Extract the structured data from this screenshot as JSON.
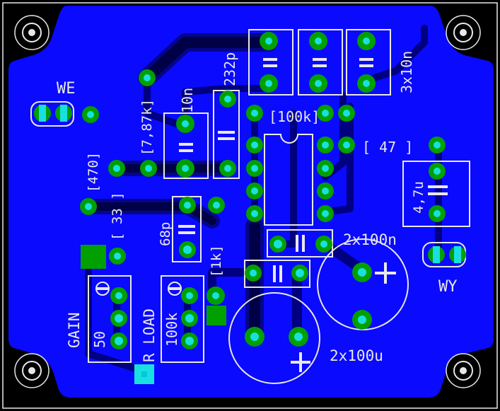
{
  "labels": {
    "we": "WE",
    "wy": "WY",
    "c_232p": "232p",
    "c_3x10n": "3x10n",
    "c_10n": "10n",
    "r_7k87": "[7,87k]",
    "r_470": "[470]",
    "r_100k": "[100k]",
    "r_47": "[ 47 ]",
    "c_4u7": "4,7u",
    "r_33": "[ 33 ]",
    "c_68p": "68p",
    "r_1k": "[1k]",
    "c_2x100n": "2x100n",
    "c_2x100u": "2x100u",
    "gain": "GAIN",
    "gain_val": "50",
    "rload": "R LOAD",
    "rload_val": "100k",
    "plus": "+"
  },
  "colors": {
    "background": "#000000",
    "copper": "#0a0aff",
    "trace": "#000080",
    "pad": "#00a000",
    "drill": "#18e0e0",
    "silkscreen": "#e8e8e8",
    "square_pad": "#00a000",
    "cyan_pad": "#00c8e0"
  }
}
